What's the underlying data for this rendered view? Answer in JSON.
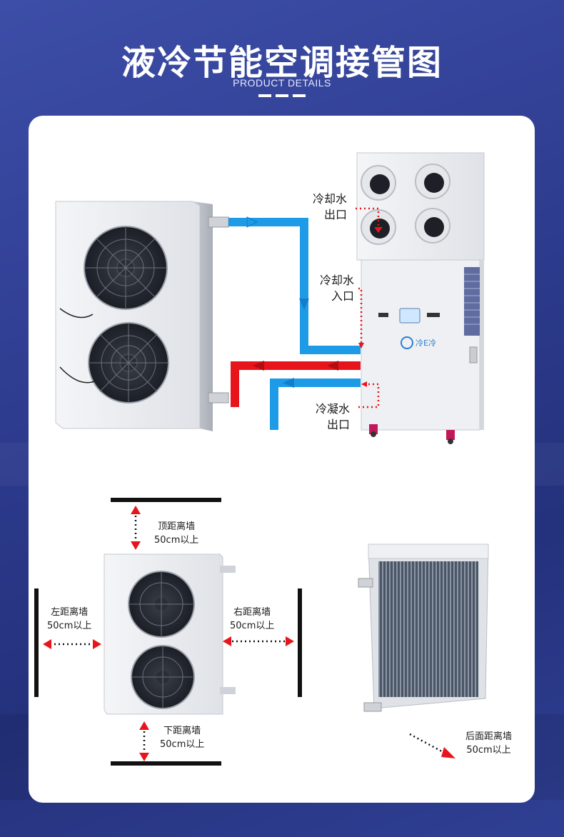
{
  "header": {
    "title": "液冷节能空调接管图",
    "subtitle": "PRODUCT DETAILS"
  },
  "unit_brand": "冷E冷",
  "labels": {
    "cooling_water_outlet": [
      "冷却水",
      "出口"
    ],
    "cooling_water_inlet": [
      "冷却水",
      "入口"
    ],
    "condensate_outlet": [
      "冷凝水",
      "出口"
    ]
  },
  "clearance": {
    "top": [
      "顶距离墙",
      "50cm以上"
    ],
    "bottom": [
      "下距离墙",
      "50cm以上"
    ],
    "left": [
      "左距离墙",
      "50cm以上"
    ],
    "right": [
      "右距离墙",
      "50cm以上"
    ],
    "back": [
      "后面距离墙",
      "50cm以上"
    ]
  },
  "colors": {
    "background": "#2c3a8c",
    "cold_pipe": "#1e9be6",
    "hot_pipe": "#e8141c",
    "dotted_line": "#e8141c",
    "card": "#ffffff"
  }
}
